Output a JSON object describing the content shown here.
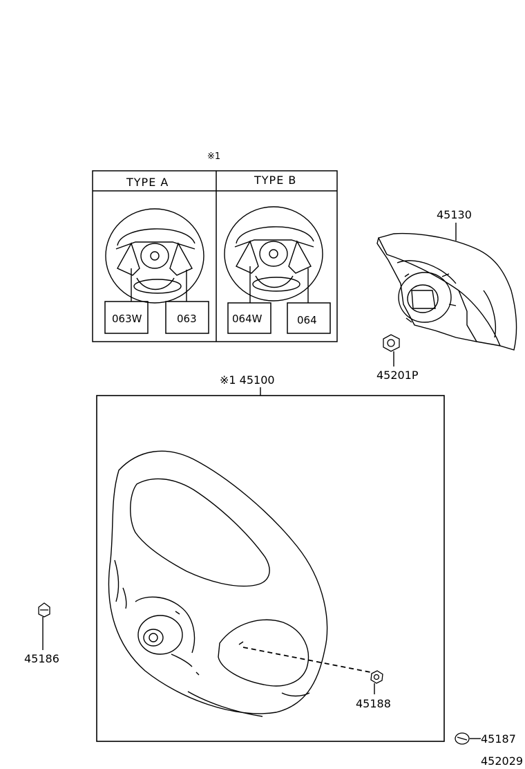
{
  "variants_note": "※1",
  "type_a": {
    "header": "TYPE A",
    "codes": [
      "063W",
      "063"
    ]
  },
  "type_b": {
    "header": "TYPE B",
    "codes": [
      "064W",
      "064"
    ]
  },
  "parts": {
    "pad": "45130",
    "nut": "45201P",
    "wheel": "※1 45100",
    "clip_left": "45186",
    "screw": "45188",
    "clip_bottom": "45187"
  },
  "figure_id": "452029"
}
